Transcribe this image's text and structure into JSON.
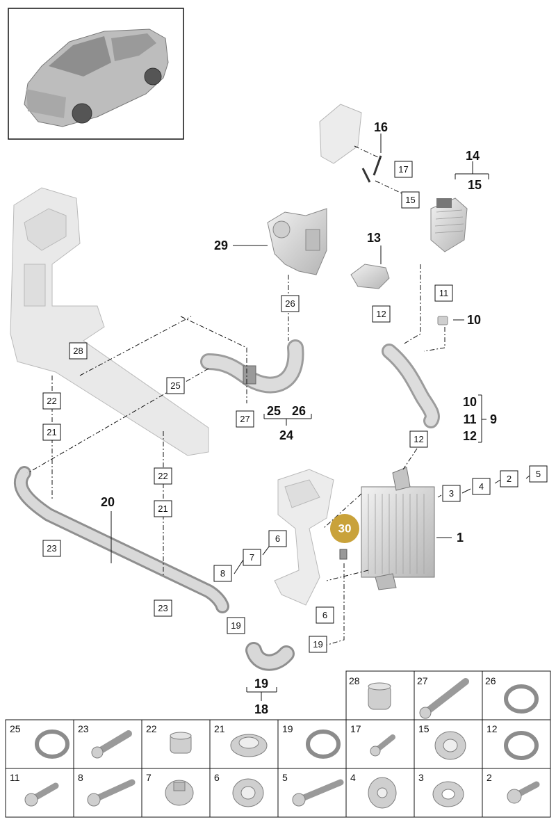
{
  "diagram": {
    "callouts_bold": [
      "16",
      "14",
      "15",
      "13",
      "29",
      "10",
      "1",
      "20",
      "9",
      "10",
      "11",
      "12",
      "25",
      "26",
      "24",
      "19",
      "18"
    ],
    "callouts_boxed": [
      "17",
      "15",
      "11",
      "12",
      "26",
      "28",
      "22",
      "21",
      "25",
      "27",
      "12",
      "2",
      "5",
      "3",
      "4",
      "6",
      "7",
      "8",
      "22",
      "21",
      "23",
      "23",
      "19",
      "19",
      "6"
    ],
    "badge": "30",
    "parts_grid_row1": [
      "28",
      "27",
      "26"
    ],
    "parts_grid_row2": [
      "25",
      "23",
      "22",
      "21",
      "19",
      "17",
      "15",
      "12"
    ],
    "parts_grid_row3": [
      "11",
      "8",
      "7",
      "6",
      "5",
      "4",
      "3",
      "2"
    ]
  },
  "colors": {
    "badge": "#c9a23a",
    "part_fill": "#d9d9d9",
    "part_stroke": "#8a8a8a",
    "line": "#111111"
  }
}
